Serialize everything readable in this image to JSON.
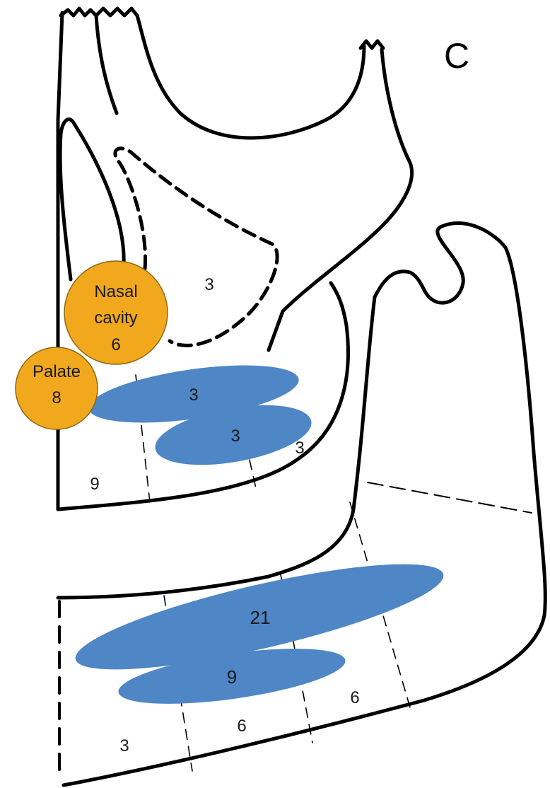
{
  "panel_label": "C",
  "colors": {
    "outline": "#000000",
    "blue_region": "#4f86c6",
    "orange_region": "#f2a81d",
    "orange_stroke": "#8a6a10"
  },
  "circles": {
    "nasal": {
      "line1": "Nasal",
      "line2": "cavity",
      "count": "6"
    },
    "palate": {
      "line1": "Palate",
      "count": "8"
    }
  },
  "ellipses": {
    "upper_1": "3",
    "upper_2": "3",
    "lower_1": "21",
    "lower_2": "9"
  },
  "region_counts": {
    "maxillary_sinus": "3",
    "upper_right": "3",
    "upper_left": "9",
    "lower_left": "3",
    "lower_mid": "6",
    "lower_right": "6"
  }
}
